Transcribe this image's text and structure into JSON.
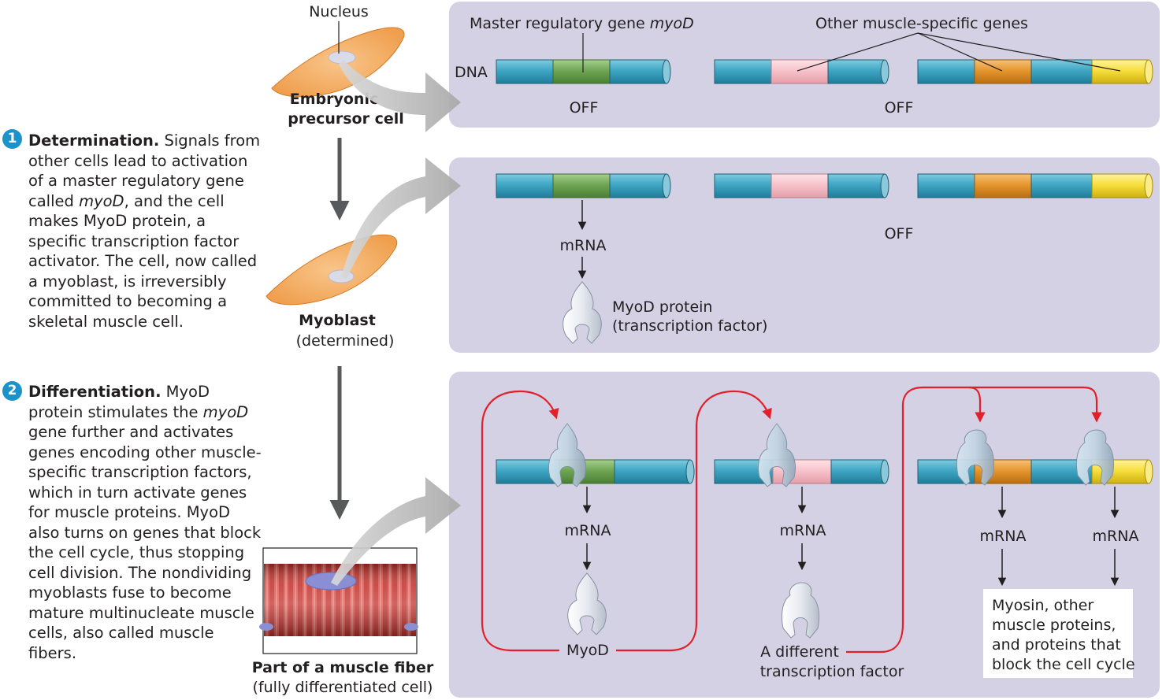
{
  "steps": [
    {
      "number": "1",
      "title": "Determination.",
      "text_a": " Signals from other cells lead to activation of a master regulatory gene called ",
      "text_italic": "myoD",
      "text_b": ", and the cell makes MyoD protein, a specific transcription factor activator. The cell, now called a myoblast, is irreversibly committed to becoming a skeletal muscle cell."
    },
    {
      "number": "2",
      "title": "Differentiation.",
      "text_a": " MyoD protein stimulates the ",
      "text_italic": "myoD",
      "text_b": " gene further and activates genes encoding other muscle-specific transcription factors, which in turn activate genes for muscle proteins. MyoD also turns on genes that block the cell cycle, thus stopping cell division. The nondividing myoblasts fuse to become mature multinucleate muscle cells, also called muscle fibers."
    }
  ],
  "cells": {
    "nucleus_label": "Nucleus",
    "embryonic_line1": "Embryonic",
    "embryonic_line2": "precursor cell",
    "myoblast_title": "Myoblast",
    "myoblast_sub": "(determined)",
    "fiber_title": "Part of a muscle fiber",
    "fiber_sub": "(fully differentiated cell)"
  },
  "panel1": {
    "master_gene_prefix": "Master regulatory gene ",
    "master_gene_italic": "myoD",
    "other_genes": "Other muscle-specific genes",
    "dna_label": "DNA",
    "off_left": "OFF",
    "off_right": "OFF"
  },
  "panel2": {
    "mrna": "mRNA",
    "off": "OFF",
    "protein_line1": "MyoD protein",
    "protein_line2": "(transcription factor)"
  },
  "panel3": {
    "mrna_1": "mRNA",
    "mrna_2": "mRNA",
    "mrna_3": "mRNA",
    "mrna_4": "mRNA",
    "myod": "MyoD",
    "tf_line1": "A different",
    "tf_line2": "transcription factor",
    "box_line1": "Myosin, other",
    "box_line2": "muscle proteins,",
    "box_line3": "and proteins that",
    "box_line4": "block the cell cycle"
  },
  "colors": {
    "panel": "#d4d1e5",
    "dna_blue": "#3fa6c4",
    "myod_green": "#6fa654",
    "pink": "#f7c3cb",
    "orange": "#e6962e",
    "yellow": "#f7df3c",
    "feedback_red": "#e2202b",
    "number_badge": "#1b92c9"
  }
}
